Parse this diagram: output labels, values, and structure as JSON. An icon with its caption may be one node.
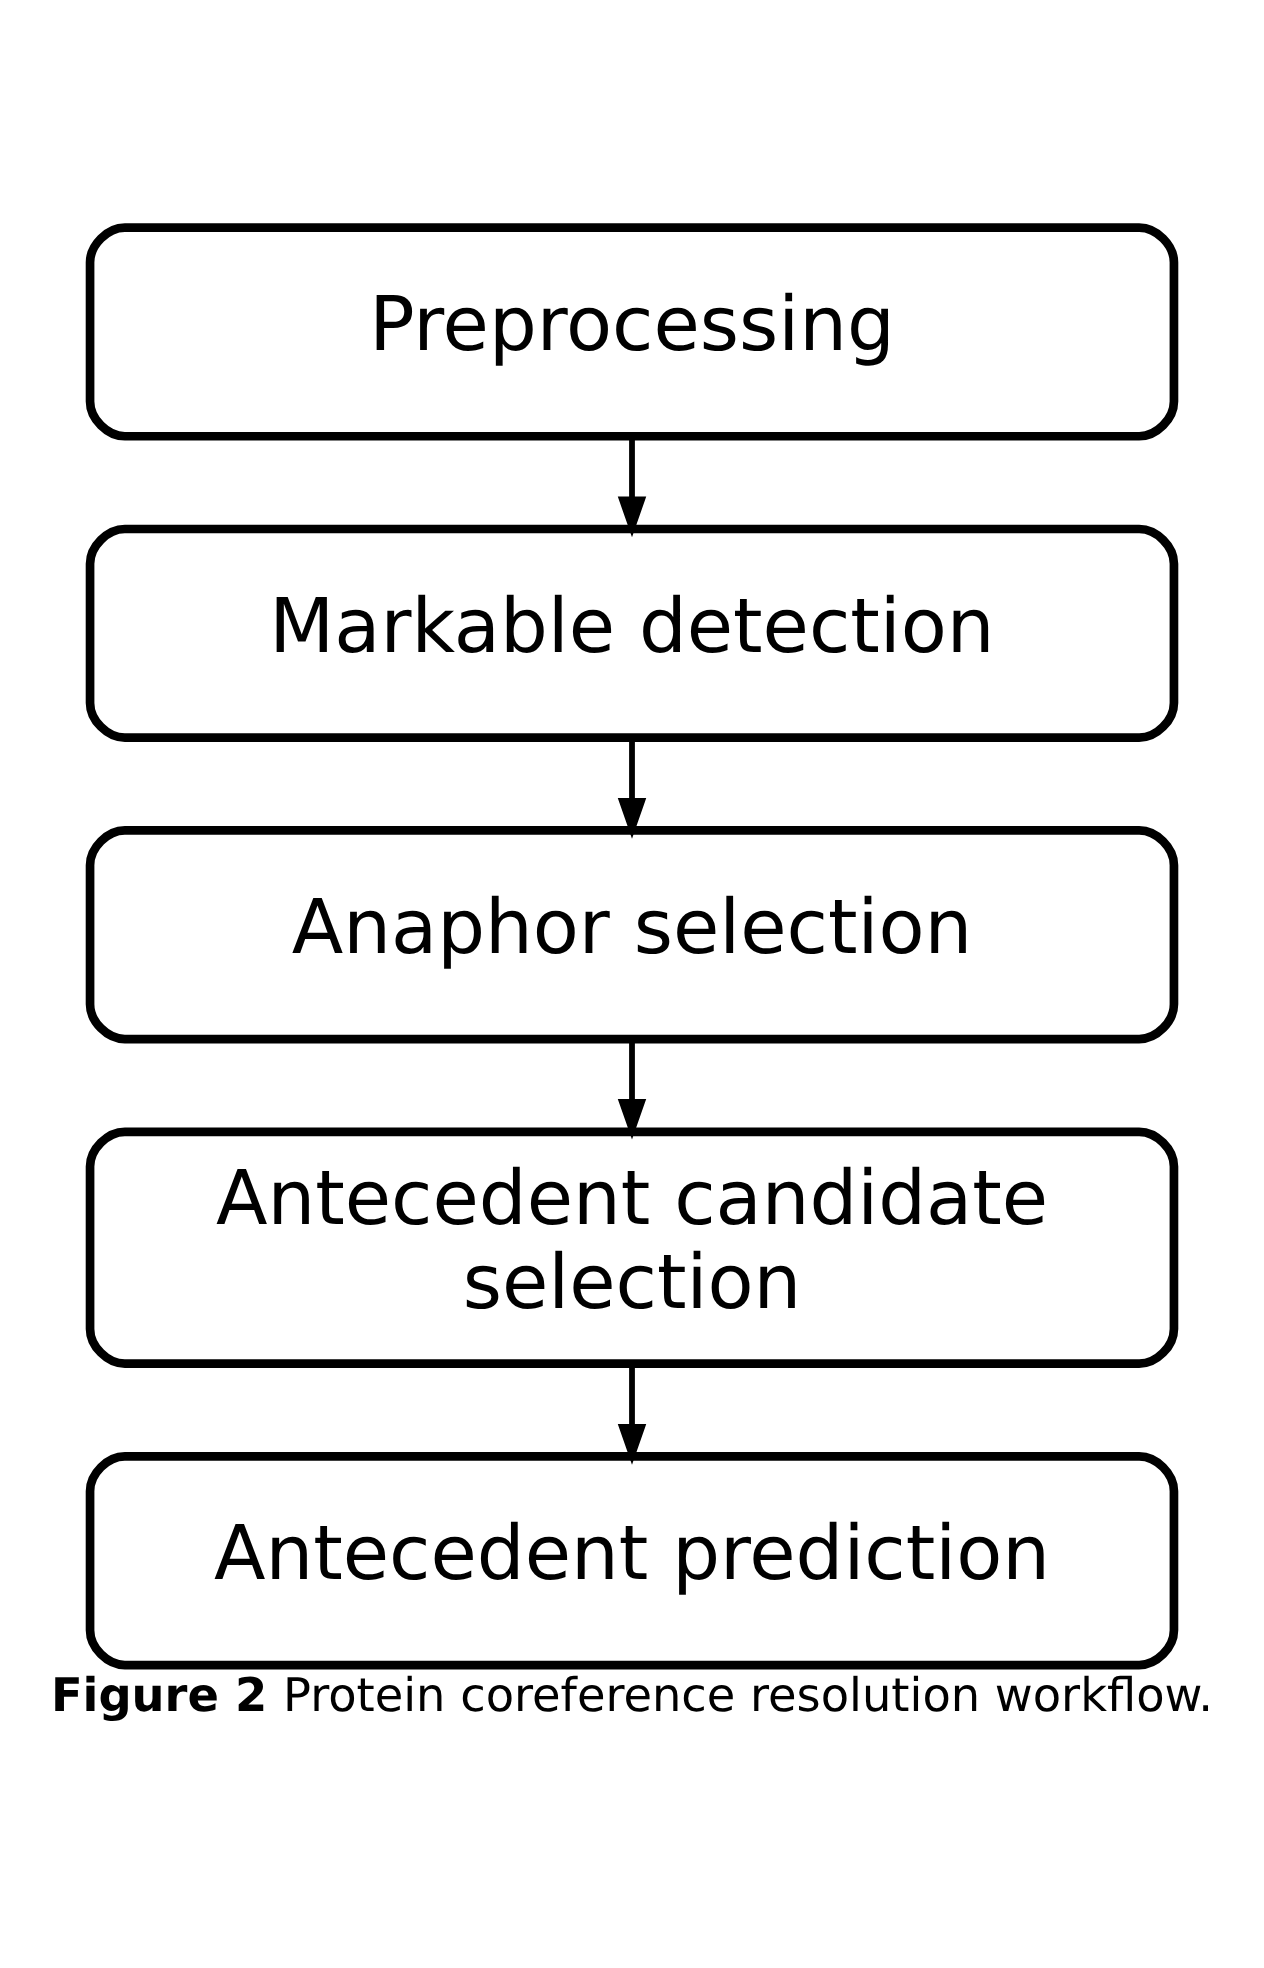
{
  "diagram": {
    "caption": "Figure 2 Protein coreference resolution workflow.",
    "nodes": [
      {
        "text": [
          "Preprocessing"
        ]
      },
      {
        "text": [
          "Markable detection"
        ]
      },
      {
        "text": [
          "Anaphor selection"
        ]
      },
      {
        "text": [
          "Antecedent candidate selection"
        ]
      },
      {
        "text": [
          "Antecedent prediction"
        ]
      }
    ],
    "edges": [
      {
        "from": 0,
        "to": 1,
        "arrow": "to"
      },
      {
        "from": 1,
        "to": 2,
        "arrow": "to"
      },
      {
        "from": 2,
        "to": 3,
        "arrow": "to"
      },
      {
        "from": 3,
        "to": 4,
        "arrow": "to"
      }
    ]
  }
}
